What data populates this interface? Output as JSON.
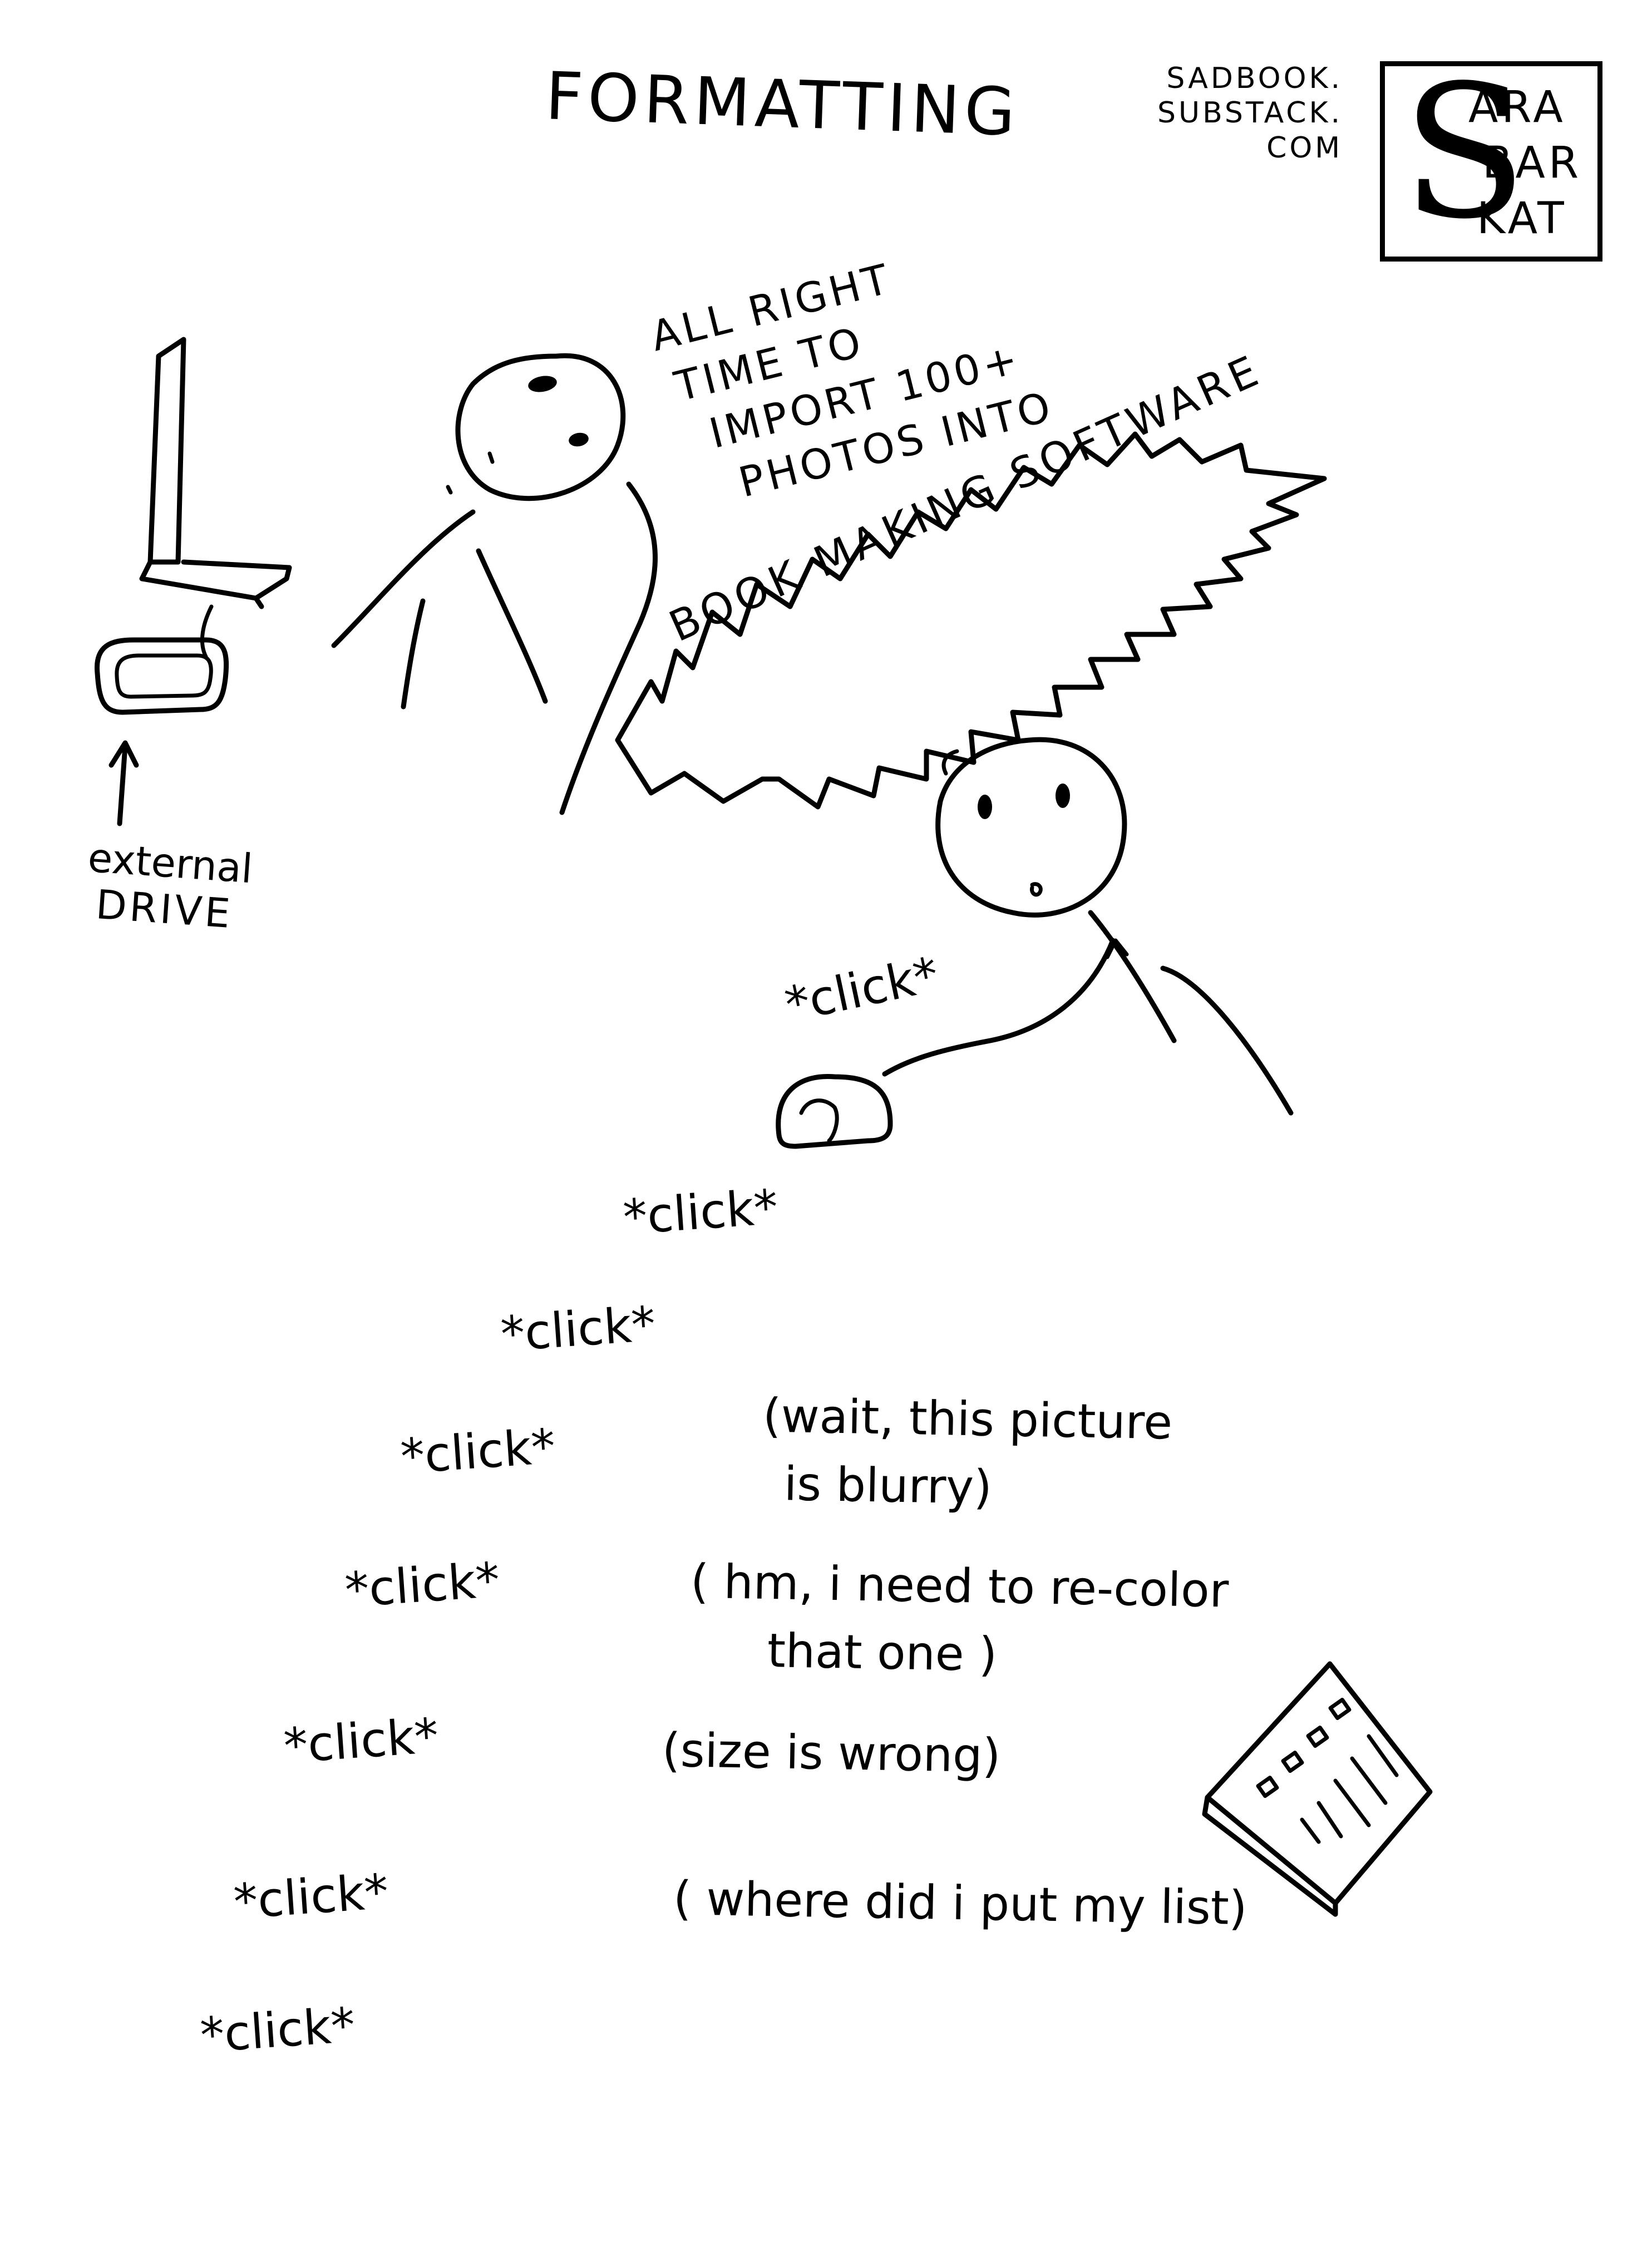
{
  "title": "FORMATTING",
  "credit": {
    "site_lines": [
      "SADBOOK.",
      "SUBSTACK.",
      "COM"
    ],
    "signature_initial": "S",
    "signature_lines": [
      "ARA",
      "BAR",
      "KAT"
    ]
  },
  "panel1": {
    "speech_lines": [
      "ALL RIGHT",
      "TIME TO",
      "IMPORT 100+",
      "PHOTOS INTO"
    ],
    "burst_text": "BOOK MAKING SOFTWARE",
    "drive_label_lines": [
      "external",
      "DRIVE"
    ]
  },
  "panel2": {
    "first_click": "*click*",
    "clicks": [
      "*click*",
      "*click*",
      "*click*",
      "*click*",
      "*click*",
      "*click*",
      "*click*"
    ],
    "asides": [
      {
        "lines": [
          "(wait, this picture",
          "is blurry)"
        ]
      },
      {
        "lines": [
          "( hm, i need to re-color",
          "that one )"
        ]
      },
      {
        "lines": [
          "(size is wrong)"
        ]
      },
      {
        "lines": [
          "( where did i put my list)"
        ]
      }
    ]
  }
}
